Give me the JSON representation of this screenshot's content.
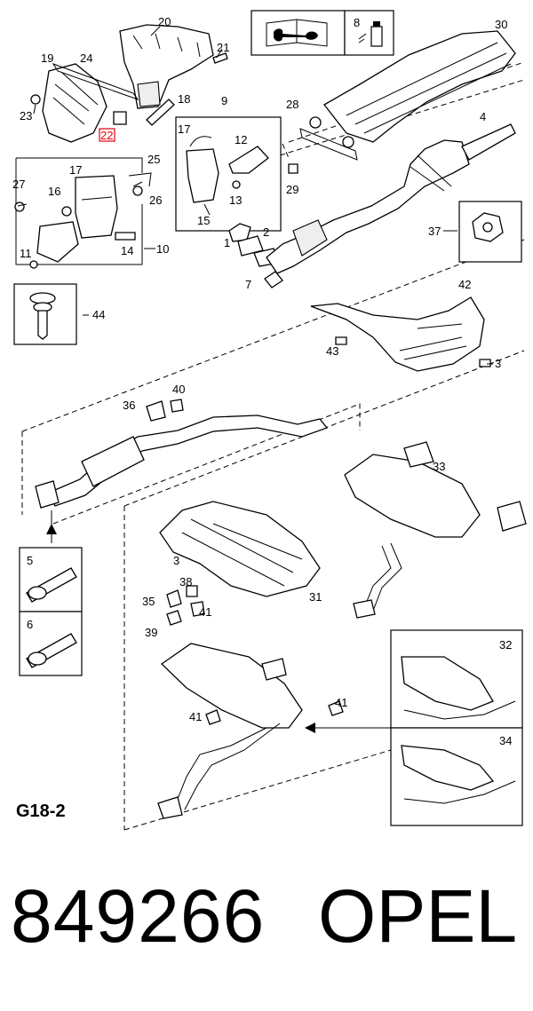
{
  "diagram_code": "G18-2",
  "part_number": "849266",
  "brand": "OPEL",
  "highlighted_callout": "22",
  "highlight_color": "#e0000a",
  "callouts": [
    "1",
    "2",
    "3",
    "4",
    "5",
    "6",
    "7",
    "8",
    "9",
    "10",
    "11",
    "12",
    "13",
    "14",
    "15",
    "16",
    "17",
    "18",
    "19",
    "20",
    "21",
    "22",
    "23",
    "24",
    "25",
    "26",
    "27",
    "28",
    "29",
    "30",
    "31",
    "32",
    "33",
    "34",
    "35",
    "36",
    "37",
    "38",
    "39",
    "40",
    "41",
    "42",
    "43",
    "44"
  ],
  "icons": [
    "book-wrench-icon",
    "spray-can-icon"
  ]
}
